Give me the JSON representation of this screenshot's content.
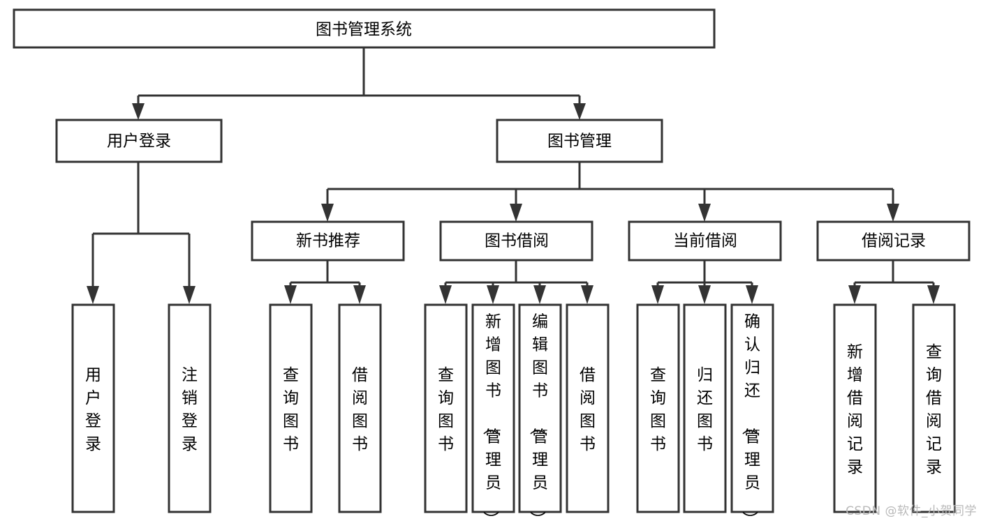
{
  "diagram": {
    "type": "tree-structure-chart",
    "title": "图书管理系统",
    "watermark": "CSDN @软件_小贺同学",
    "colors": {
      "background": "#ffffff",
      "stroke": "#333333",
      "fill": "#ffffff",
      "text": "#000000",
      "watermark": "#b9b9b9"
    },
    "nodes": {
      "root": {
        "label": "图书管理系统",
        "orientation": "horizontal",
        "level": 0
      },
      "l1": [
        {
          "id": "user-login",
          "label": "用户登录",
          "orientation": "horizontal",
          "level": 1
        },
        {
          "id": "book-manage",
          "label": "图书管理",
          "orientation": "horizontal",
          "level": 1
        }
      ],
      "l2": [
        {
          "id": "new-book-rec",
          "label": "新书推荐",
          "orientation": "horizontal",
          "level": 2,
          "parent": "book-manage"
        },
        {
          "id": "book-borrow",
          "label": "图书借阅",
          "orientation": "horizontal",
          "level": 2,
          "parent": "book-manage"
        },
        {
          "id": "current-borrow",
          "label": "当前借阅",
          "orientation": "horizontal",
          "level": 2,
          "parent": "book-manage"
        },
        {
          "id": "borrow-record",
          "label": "借阅记录",
          "orientation": "horizontal",
          "level": 2,
          "parent": "book-manage"
        }
      ],
      "leaves": [
        {
          "id": "leaf-user-login",
          "label": "用户登录",
          "orientation": "vertical",
          "parent": "user-login"
        },
        {
          "id": "leaf-user-logout",
          "label": "注销登录",
          "orientation": "vertical",
          "parent": "user-login"
        },
        {
          "id": "leaf-query-book-1",
          "label": "查询图书",
          "orientation": "vertical",
          "parent": "new-book-rec"
        },
        {
          "id": "leaf-borrow-book-1",
          "label": "借阅图书",
          "orientation": "vertical",
          "parent": "new-book-rec"
        },
        {
          "id": "leaf-query-book-2",
          "label": "查询图书",
          "orientation": "vertical",
          "parent": "book-borrow"
        },
        {
          "id": "leaf-add-book",
          "label": "新增图书（管理员）",
          "orientation": "vertical",
          "parent": "book-borrow"
        },
        {
          "id": "leaf-edit-book",
          "label": "编辑图书（管理员）",
          "orientation": "vertical",
          "parent": "book-borrow"
        },
        {
          "id": "leaf-borrow-book-2",
          "label": "借阅图书",
          "orientation": "vertical",
          "parent": "book-borrow"
        },
        {
          "id": "leaf-query-book-3",
          "label": "查询图书",
          "orientation": "vertical",
          "parent": "current-borrow"
        },
        {
          "id": "leaf-return-book",
          "label": "归还图书",
          "orientation": "vertical",
          "parent": "current-borrow"
        },
        {
          "id": "leaf-confirm-return",
          "label": "确认归还（管理员）",
          "orientation": "vertical",
          "parent": "current-borrow"
        },
        {
          "id": "leaf-add-record",
          "label": "新增借阅记录",
          "orientation": "vertical",
          "parent": "borrow-record"
        },
        {
          "id": "leaf-query-record",
          "label": "查询借阅记录",
          "orientation": "vertical",
          "parent": "borrow-record"
        }
      ]
    }
  }
}
